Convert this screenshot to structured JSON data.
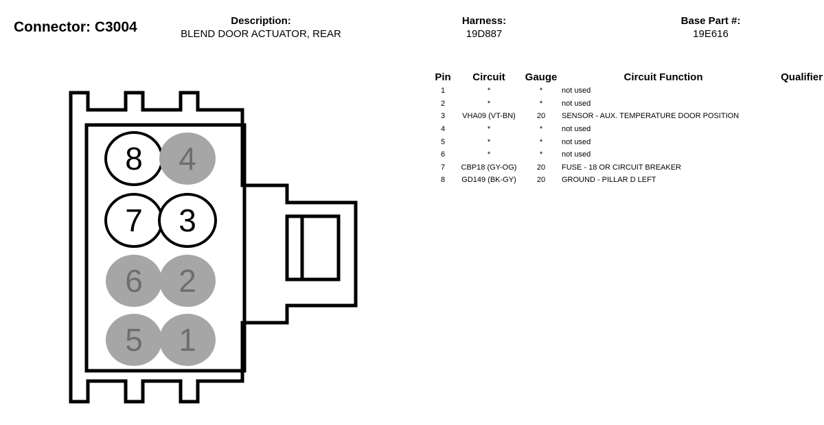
{
  "header": {
    "connector_label": "Connector: C3004",
    "description_label": "Description:",
    "description_value": "BLEND DOOR ACTUATOR, REAR",
    "harness_label": "Harness:",
    "harness_value": "19D887",
    "base_part_label": "Base Part #:",
    "base_part_value": "19E616"
  },
  "table": {
    "headers": [
      "Pin",
      "Circuit",
      "Gauge",
      "Circuit Function",
      "Qualifier"
    ],
    "rows": [
      {
        "pin": "1",
        "circuit": "*",
        "gauge": "*",
        "function": "not used",
        "qualifier": ""
      },
      {
        "pin": "2",
        "circuit": "*",
        "gauge": "*",
        "function": "not used",
        "qualifier": ""
      },
      {
        "pin": "3",
        "circuit": "VHA09 (VT-BN)",
        "gauge": "20",
        "function": "SENSOR - AUX. TEMPERATURE DOOR POSITION",
        "qualifier": ""
      },
      {
        "pin": "4",
        "circuit": "*",
        "gauge": "*",
        "function": "not used",
        "qualifier": ""
      },
      {
        "pin": "5",
        "circuit": "*",
        "gauge": "*",
        "function": "not used",
        "qualifier": ""
      },
      {
        "pin": "6",
        "circuit": "*",
        "gauge": "*",
        "function": "not used",
        "qualifier": ""
      },
      {
        "pin": "7",
        "circuit": "CBP18 (GY-OG)",
        "gauge": "20",
        "function": "FUSE - 18 OR CIRCUIT BREAKER",
        "qualifier": ""
      },
      {
        "pin": "8",
        "circuit": "GD149 (BK-GY)",
        "gauge": "20",
        "function": "GROUND - PILLAR D LEFT",
        "qualifier": ""
      }
    ]
  },
  "diagram": {
    "colors": {
      "used_fill": "#ffffff",
      "unused_fill": "#a6a6a6",
      "unused_text": "#6e6e6e",
      "outline": "#000000"
    },
    "cavities": [
      {
        "label": "8",
        "used": true
      },
      {
        "label": "4",
        "used": false
      },
      {
        "label": "7",
        "used": true
      },
      {
        "label": "3",
        "used": true
      },
      {
        "label": "6",
        "used": false
      },
      {
        "label": "2",
        "used": false
      },
      {
        "label": "5",
        "used": false
      },
      {
        "label": "1",
        "used": false
      }
    ]
  }
}
